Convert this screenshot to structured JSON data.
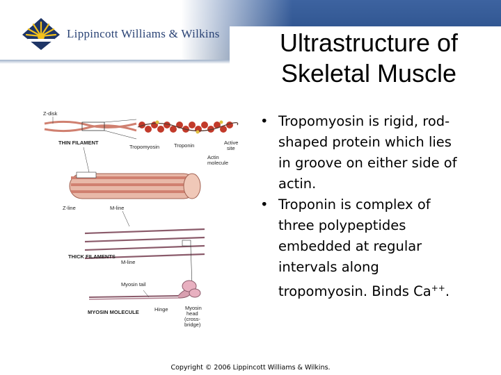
{
  "header": {
    "logo_text": "Lippincott Williams & Wilkins"
  },
  "slide": {
    "title_line1": "Ultrastructure of",
    "title_line2": "Skeletal Muscle",
    "bullet_symbol": "•",
    "bullets": [
      {
        "text": "Tropomyosin is rigid, rod-shaped protein which lies in groove on either side of actin."
      },
      {
        "text": "Troponin is complex of three polypeptides embedded at regular intervals along tropomyosin. Binds Ca",
        "superscript": "++",
        "suffix": "."
      }
    ]
  },
  "figure": {
    "labels": {
      "z_disk": "Z-disk",
      "thin_filament": "THIN FILAMENT",
      "tropomyosin": "Tropomyosin",
      "troponin": "Troponin",
      "active_site_1": "Active",
      "active_site_2": "site",
      "actin_molecule_1": "Actin",
      "actin_molecule_2": "molecule",
      "z_line": "Z-line",
      "m_line_top": "M-line",
      "thick_filaments": "THICK FILAMENTS",
      "m_line_mid": "M-line",
      "myosin_tail": "Myosin tail",
      "hinge": "Hinge",
      "myosin_molecule": "MYOSIN MOLECULE",
      "myosin_head_1": "Myosin",
      "myosin_head_2": "head",
      "myosin_head_3": "(cross-",
      "myosin_head_4": "bridge)"
    },
    "colors": {
      "actin": "#c23a2a",
      "filament": "#b06058",
      "thick": "#8a5a6a"
    }
  },
  "footer": {
    "copyright": "Copyright © 2006 Lippincott Williams & Wilkins."
  }
}
